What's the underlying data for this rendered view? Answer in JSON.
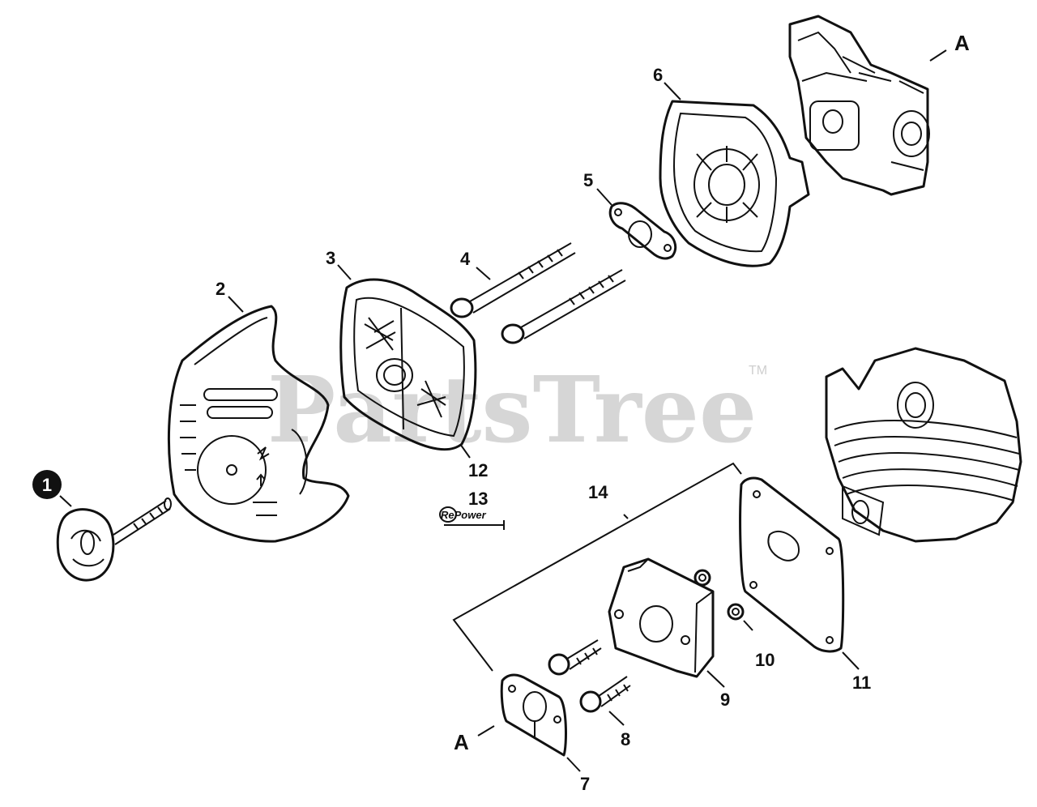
{
  "watermark": {
    "text": "PartsTree",
    "tm": "TM"
  },
  "brand_mark": {
    "text": "RePower"
  },
  "labels": {
    "p1": "1",
    "p2": "2",
    "p3": "3",
    "p4": "4",
    "p5": "5",
    "p6": "6",
    "p7": "7",
    "p8": "8",
    "p9": "9",
    "p10": "10",
    "p11": "11",
    "p12": "12",
    "p13": "13",
    "p14": "14",
    "ref_a_top": "A",
    "ref_a_bottom": "A"
  }
}
